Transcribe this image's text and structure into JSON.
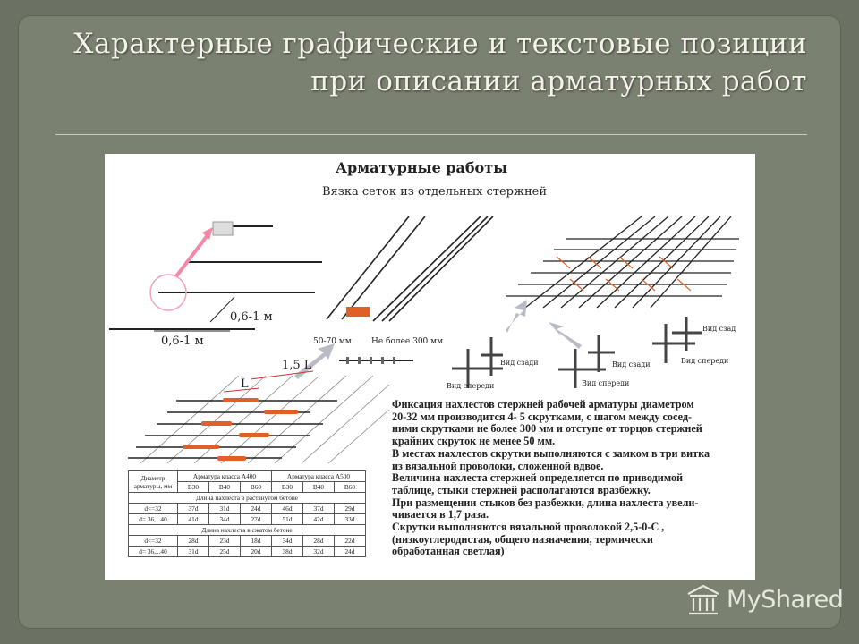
{
  "slide": {
    "title_line1": "Характерные графические и текстовые позиции",
    "title_line2": "при описании арматурных работ"
  },
  "figure": {
    "heading": "Арматурные работы",
    "subheading": "Вязка сеток из отдельных стержней",
    "dim_1": "0,6-1 м",
    "dim_2": "0,6-1 м",
    "dim_pitch": "50-70 мм",
    "dim_max": "Не более 300 мм",
    "lap_15L": "1,5 L",
    "lap_L": "L",
    "views": {
      "back_1": "Вид сзади",
      "front_1": "Вид спереди",
      "back_2": "Вид сзади",
      "front_2": "Вид спереди",
      "back_3": "Вид сзад",
      "front_3": "Вид спереди"
    },
    "description": "Фиксация нахлестов стержней рабочей арматуры диаметром\n20-32 мм производится 4- 5 скрутками, с шагом между сосед-\nними скрутками не более 300 мм и отступе от торцов стержней\nкрайних  скруток не менее 50 мм.\nВ местах нахлестов скрутки выполняются с замком в три витка\nиз вязальной проволоки, сложенной вдвое.\nВеличина нахлеста стержней определяется по приводимой\nтаблице, стыки стержней располагаются вразбежку.\nПри размещении стыков без разбежки, длина нахлеста увели-\nчивается в 1,7 раза.\nСкрутки выполняются вязальной проволокой 2,5-0-С ,\n(низкоуглеродистая, общего назначения, термически\nобработанная светлая)",
    "table": {
      "col_diameter": "Диаметр арматуры, мм",
      "class_a400": "Арматура класса А400",
      "class_a500": "Арматура класса А500",
      "concrete": [
        "В30",
        "В40",
        "В60",
        "В30",
        "В40",
        "В60"
      ],
      "section_tension": "Длина нахлеста в растянутом бетоне",
      "section_compression": "Длина нахлеста в сжатом бетоне",
      "rows_tension": [
        {
          "d": "d<=32",
          "v": [
            "37d",
            "31d",
            "24d",
            "46d",
            "37d",
            "29d"
          ]
        },
        {
          "d": "d= 36,...40",
          "v": [
            "41d",
            "34d",
            "27d",
            "51d",
            "42d",
            "33d"
          ]
        }
      ],
      "rows_compression": [
        {
          "d": "d<=32",
          "v": [
            "28d",
            "23d",
            "18d",
            "34d",
            "28d",
            "22d"
          ]
        },
        {
          "d": "d= 36,...40",
          "v": [
            "31d",
            "25d",
            "20d",
            "38d",
            "32d",
            "24d"
          ]
        }
      ]
    }
  },
  "logo": {
    "text": "MyShared"
  },
  "colors": {
    "background": "#6b7264",
    "panel": "#7a8170",
    "title": "#f4f2ea",
    "tie": "#e0602a",
    "arrow_pink": "#f08aa8",
    "arrow_gray": "#b9bcc4"
  }
}
